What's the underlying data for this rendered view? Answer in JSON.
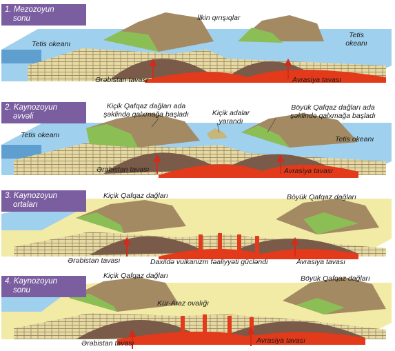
{
  "panels": [
    {
      "title_line1": "1. Mezozoyun",
      "title_line2": "sonu",
      "labels": {
        "folds": "İlkin qırışıqlar",
        "ocean_left": "Tetis okeanı",
        "ocean_right_1": "Tetis",
        "ocean_right_2": "okeanı",
        "plate_left": "Ərəbistan tavası",
        "plate_right": "Avrasiya tavası"
      }
    },
    {
      "title_line1": "2. Kaynozoyun",
      "title_line2": "əvvəli",
      "labels": {
        "lesser_1": "Kiçik Qafqaz dağları ada",
        "lesser_2": "şəklində qalxmağa başladı",
        "islands_1": "Kiçik adalar",
        "islands_2": "yarandı",
        "greater_1": "Böyük Qafqaz dağları ada",
        "greater_2": "şəklində qalxmağa başladı",
        "ocean_left": "Tetis okeanı",
        "ocean_right": "Tetis okeanı",
        "plate_left": "Ərəbistan tavası",
        "plate_right": "Avrasiya tavası"
      }
    },
    {
      "title_line1": "3. Kaynozoyun",
      "title_line2": "ortaları",
      "labels": {
        "lesser": "Kiçik Qafqaz dağları",
        "greater": "Böyük Qafqaz dağları",
        "plate_left": "Ərəbistan tavası",
        "volcanism": "Daxildə vulkanizm fəaliyyəti gücləndi",
        "plate_right": "Avrasiya tavası"
      }
    },
    {
      "title_line1": "4. Kaynozoyun",
      "title_line2": "sonu",
      "labels": {
        "lesser": "Kiçik Qafqaz dağları",
        "greater": "Böyük Qafqaz dağları",
        "basin": "Kür-Araz ovalığı",
        "plate_left": "Ərəbistan tavası",
        "plate_right": "Avrasiya tavası"
      }
    }
  ],
  "colors": {
    "title_bg": "#7b5ea0",
    "ocean": "#9fd0ee",
    "ocean_side": "#5e9fd0",
    "lowland": "#f2eba6",
    "vegetation": "#8bbf55",
    "mountain": "#a38a63",
    "crust": "#7a5a48",
    "magma": "#e23a1a",
    "arrow": "#d42a1a",
    "strata": "#e6d9a2"
  }
}
